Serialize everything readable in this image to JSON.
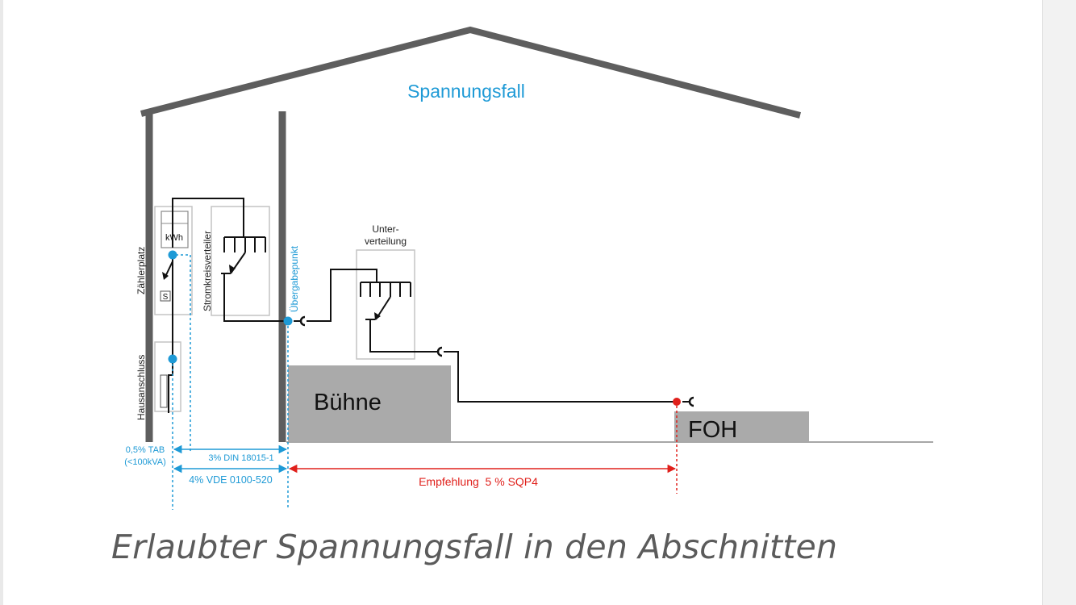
{
  "diagram": {
    "title": "Spannungsfall",
    "labels": {
      "zaehlerplatz": "Zählerplatz",
      "hausanschluss": "Hausanschluss",
      "stromkreisverteiler": "Stromkreisverteiler",
      "uebergabepunkt": "Übergabepunkt",
      "unterverteilung_line1": "Unter-",
      "unterverteilung_line2": "verteilung",
      "kwh": "kWh",
      "s": "S",
      "buehne": "Bühne",
      "foh": "FOH"
    },
    "dimensions": {
      "tab_line1": "0,5% TAB",
      "tab_line2": "(<100kVA)",
      "din": "3% DIN 18015-1",
      "vde": "4% VDE 0100-520",
      "empfehlung": "Empfehlung  5 % SQP4"
    },
    "colors": {
      "structure": "#5e5e5e",
      "wire": "#111111",
      "blue": "#1e9ad6",
      "red": "#e0201b",
      "stage": "#aaaaaa",
      "box_border": "#c4c4c4"
    }
  },
  "caption": "Erlaubter Spannungsfall in den Abschnitten"
}
